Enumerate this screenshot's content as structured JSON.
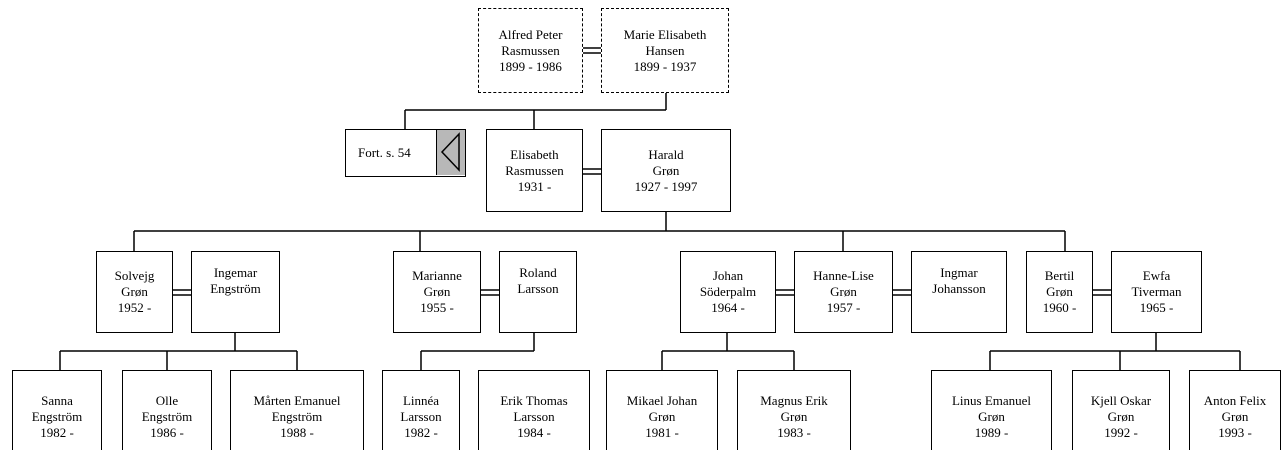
{
  "continuation": {
    "label": "Fort. s. 54",
    "icon": "triangle-left-icon"
  },
  "grandparents": {
    "father": {
      "line1": "Alfred Peter",
      "line2": "Rasmussen",
      "line3": "1899 - 1986"
    },
    "mother": {
      "line1": "Marie Elisabeth",
      "line2": "Hansen",
      "line3": "1899 - 1937"
    }
  },
  "parents": {
    "elisabeth": {
      "line1": "Elisabeth",
      "line2": "Rasmussen",
      "line3": "1931 -"
    },
    "harald": {
      "line1": "Harald",
      "line2": "Grøn",
      "line3": "1927 - 1997"
    }
  },
  "children": {
    "solvejg": {
      "line1": "Solvejg",
      "line2": "Grøn",
      "line3": "1952 -"
    },
    "ingemar": {
      "line1": "Ingemar",
      "line2": "Engström"
    },
    "marianne": {
      "line1": "Marianne",
      "line2": "Grøn",
      "line3": "1955 -"
    },
    "roland": {
      "line1": "Roland",
      "line2": "Larsson"
    },
    "johan": {
      "line1": "Johan",
      "line2": "Söderpalm",
      "line3": "1964 -"
    },
    "hanne_lise": {
      "line1": "Hanne-Lise",
      "line2": "Grøn",
      "line3": "1957 -"
    },
    "ingmar": {
      "line1": "Ingmar",
      "line2": "Johansson"
    },
    "bertil": {
      "line1": "Bertil",
      "line2": "Grøn",
      "line3": "1960 -"
    },
    "ewfa": {
      "line1": "Ewfa",
      "line2": "Tiverman",
      "line3": "1965 -"
    }
  },
  "grandchildren": {
    "sanna": {
      "line1": "Sanna",
      "line2": "Engström",
      "line3": "1982 -"
    },
    "olle": {
      "line1": "Olle",
      "line2": "Engström",
      "line3": "1986 -"
    },
    "marten": {
      "line1": "Mårten Emanuel",
      "line2": "Engström",
      "line3": "1988 -"
    },
    "linnea": {
      "line1": "Linnéa",
      "line2": "Larsson",
      "line3": "1982 -"
    },
    "erik": {
      "line1": "Erik Thomas",
      "line2": "Larsson",
      "line3": "1984 -"
    },
    "mikael": {
      "line1": "Mikael Johan",
      "line2": "Grøn",
      "line3": "1981 -"
    },
    "magnus": {
      "line1": "Magnus Erik",
      "line2": "Grøn",
      "line3": "1983 -"
    },
    "linus": {
      "line1": "Linus Emanuel",
      "line2": "Grøn",
      "line3": "1989 -"
    },
    "kjell": {
      "line1": "Kjell Oskar",
      "line2": "Grøn",
      "line3": "1992 -"
    },
    "anton": {
      "line1": "Anton Felix",
      "line2": "Grøn",
      "line3": "1993 -"
    }
  }
}
